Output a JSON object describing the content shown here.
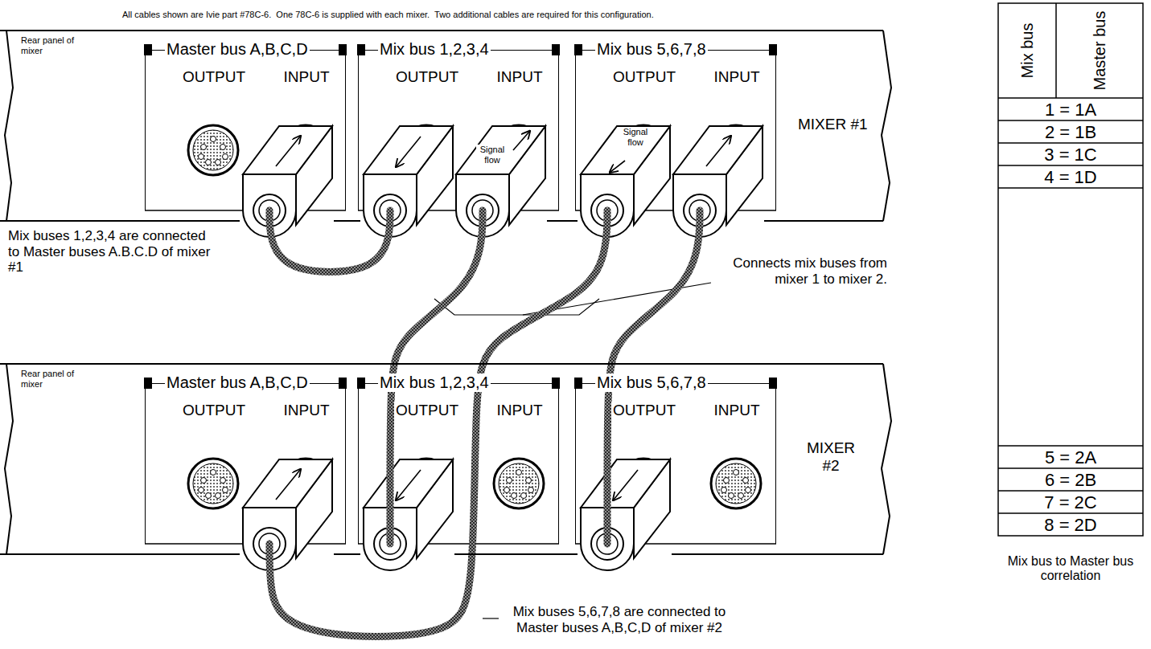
{
  "diagram": {
    "nodes": [
      {
        "text": [
          "Rear panel of mixer",
          "MIXER #1"
        ]
      },
      {
        "text": [
          "Master bus A,B,C,D",
          "OUTPUT",
          "INPUT"
        ],
        "in": 0
      },
      {
        "text": [
          "Mix bus 1,2,3,4",
          "OUTPUT",
          "INPUT"
        ],
        "in": 0
      },
      {
        "text": [
          "Mix bus 5,6,7,8",
          "OUTPUT",
          "INPUT"
        ],
        "in": 0
      },
      {
        "text": [
          "Rear panel of mixer",
          "MIXER #2"
        ]
      },
      {
        "text": [
          "Master bus A,B,C,D",
          "OUTPUT",
          "INPUT"
        ],
        "in": 4
      },
      {
        "text": [
          "Mix bus 1,2,3,4",
          "OUTPUT",
          "INPUT"
        ],
        "in": 4
      },
      {
        "text": [
          "Mix bus 5,6,7,8",
          "OUTPUT",
          "INPUT"
        ],
        "in": 4
      }
    ],
    "edges": [
      {
        "from": 1,
        "to": 2,
        "arrow": "none"
      },
      {
        "from": 2,
        "to": 6,
        "arrow": "none"
      },
      {
        "from": 3,
        "to": 5,
        "arrow": "none"
      },
      {
        "from": 3,
        "to": 7,
        "arrow": "none"
      }
    ],
    "labels": [
      "All cables shown are Ivie part #78C-6.  One 78C-6 is supplied with each mixer.  Two additional cables are required for this configuration.",
      "Signal flow",
      "Signal flow",
      "Mix buses 1,2,3,4 are connected to Master buses A.B.C.D of mixer #1",
      "Connects mix buses from mixer 1 to mixer 2.",
      "Mix buses 5,6,7,8 are connected to Master buses A,B,C,D of mixer #2",
      "Mix bus",
      "Master bus",
      "1 = 1A",
      "2 = 1B",
      "3 = 1C",
      "4 = 1D",
      "5 = 2A",
      "6 = 2B",
      "7 = 2C",
      "8 = 2D",
      "Mix bus to Master bus correlation"
    ]
  }
}
